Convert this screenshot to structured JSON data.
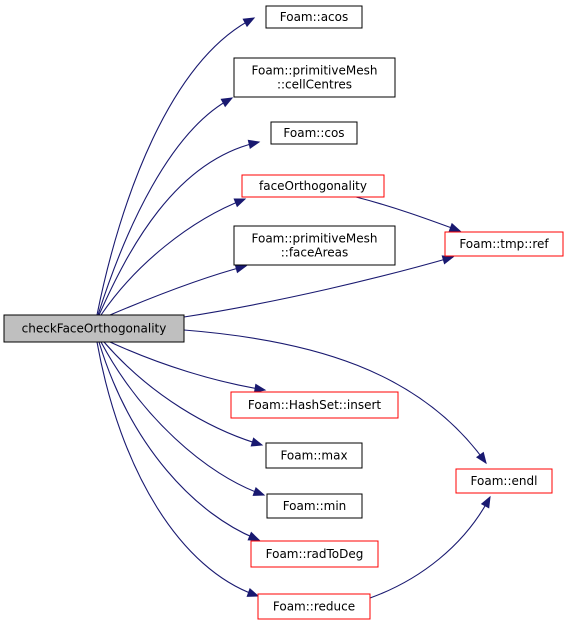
{
  "colors": {
    "edge": "#191970",
    "node_border_default": "#000000",
    "node_border_linked": "#ff0000",
    "root_fill": "#bfbfbf",
    "node_fill": "#ffffff"
  },
  "nodes": {
    "root": {
      "lines": [
        "checkFaceOrthogonality"
      ],
      "style": "root"
    },
    "acos": {
      "lines": [
        "Foam::acos"
      ],
      "style": "default"
    },
    "cellCentres": {
      "lines": [
        "Foam::primitiveMesh",
        "::cellCentres"
      ],
      "style": "default"
    },
    "cos": {
      "lines": [
        "Foam::cos"
      ],
      "style": "default"
    },
    "faceOrthogonality": {
      "lines": [
        "faceOrthogonality"
      ],
      "style": "linked"
    },
    "faceAreas": {
      "lines": [
        "Foam::primitiveMesh",
        "::faceAreas"
      ],
      "style": "default"
    },
    "tmpRef": {
      "lines": [
        "Foam::tmp::ref"
      ],
      "style": "linked"
    },
    "insert": {
      "lines": [
        "Foam::HashSet::insert"
      ],
      "style": "linked"
    },
    "max": {
      "lines": [
        "Foam::max"
      ],
      "style": "default"
    },
    "endl": {
      "lines": [
        "Foam::endl"
      ],
      "style": "linked"
    },
    "min": {
      "lines": [
        "Foam::min"
      ],
      "style": "default"
    },
    "radToDeg": {
      "lines": [
        "Foam::radToDeg"
      ],
      "style": "linked"
    },
    "reduce": {
      "lines": [
        "Foam::reduce"
      ],
      "style": "linked"
    }
  },
  "edges": [
    [
      "root",
      "acos"
    ],
    [
      "root",
      "cellCentres"
    ],
    [
      "root",
      "cos"
    ],
    [
      "root",
      "faceOrthogonality"
    ],
    [
      "root",
      "faceAreas"
    ],
    [
      "root",
      "tmpRef"
    ],
    [
      "root",
      "insert"
    ],
    [
      "root",
      "max"
    ],
    [
      "root",
      "min"
    ],
    [
      "root",
      "radToDeg"
    ],
    [
      "root",
      "reduce"
    ],
    [
      "root",
      "endl"
    ],
    [
      "faceOrthogonality",
      "tmpRef"
    ],
    [
      "reduce",
      "endl"
    ]
  ]
}
